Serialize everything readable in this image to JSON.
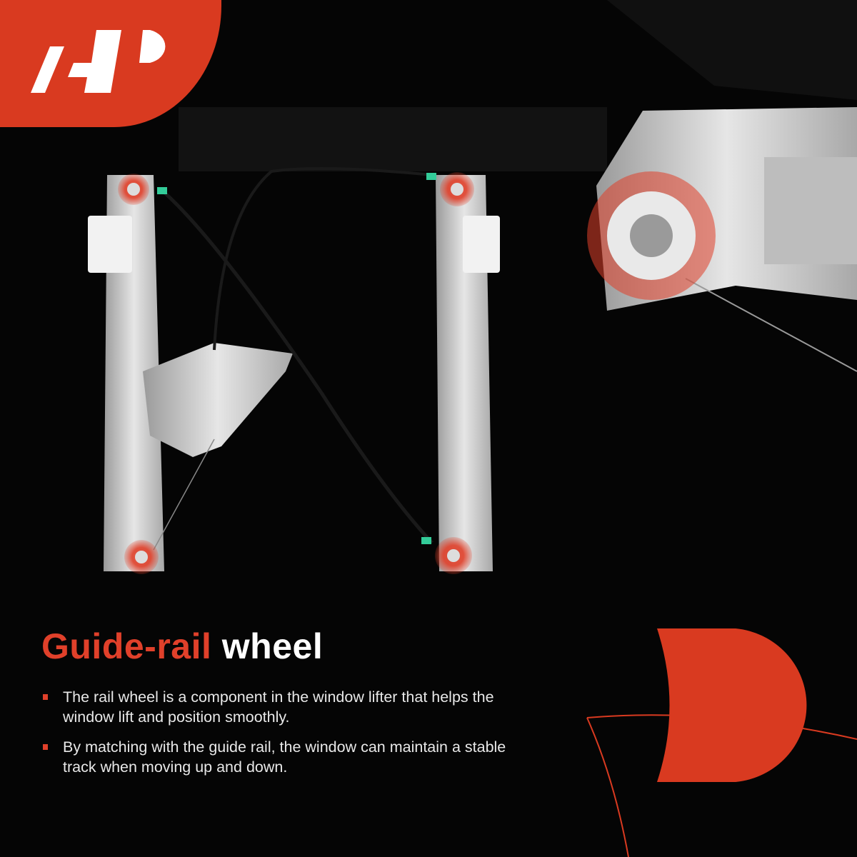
{
  "brand": {
    "logo_text": "A-P",
    "accent_color": "#e0402a"
  },
  "heading": {
    "accent": "Guide-rail",
    "rest": "wheel"
  },
  "bullets": [
    "The rail wheel is a component in the window lifter that helps the window lift and position smoothly.",
    "By matching with the guide rail, the window can maintain a stable track when moving up and down."
  ]
}
